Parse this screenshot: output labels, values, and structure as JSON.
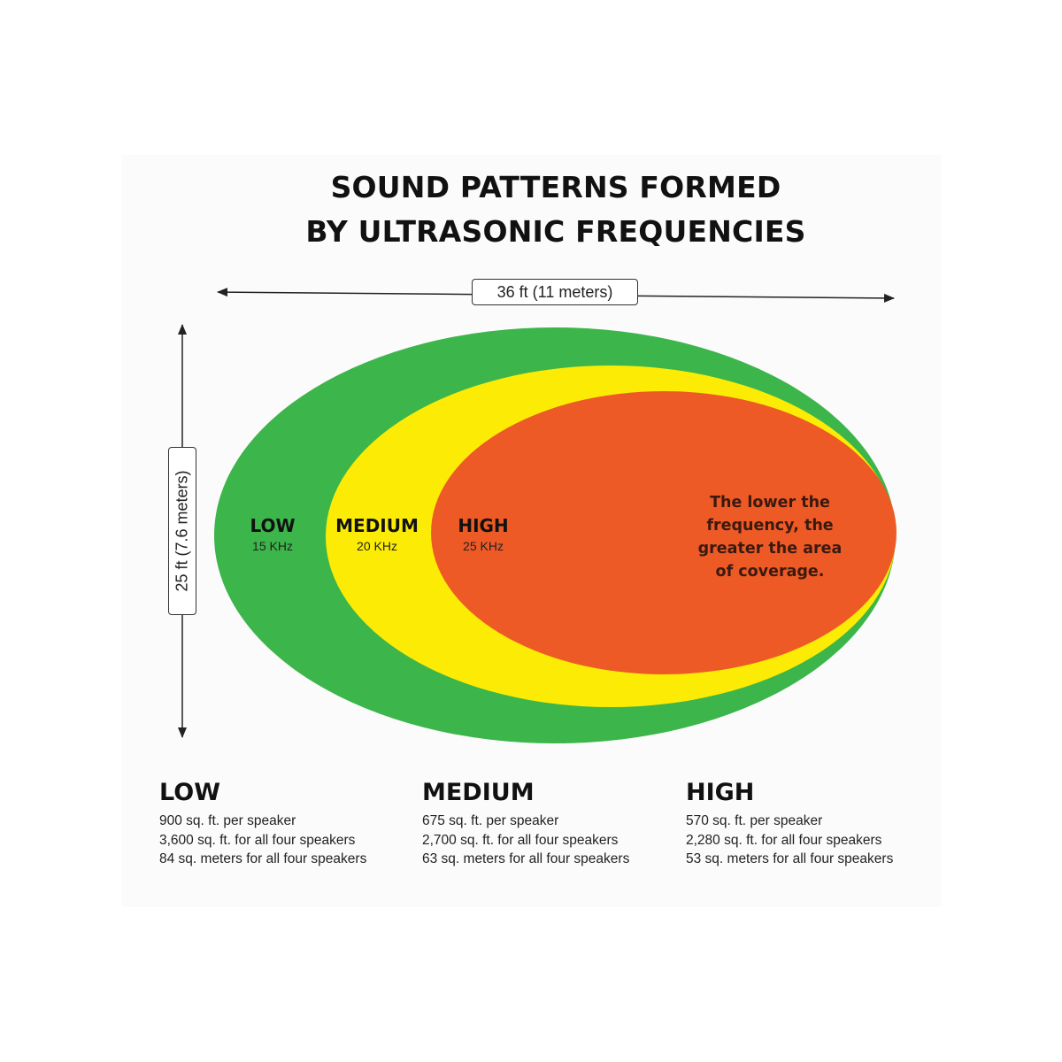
{
  "title": {
    "line1": "SOUND PATTERNS FORMED",
    "line2": "BY ULTRASONIC FREQUENCIES"
  },
  "dimensions": {
    "width_label": "36 ft (11 meters)",
    "height_label": "25 ft  (7.6 meters)"
  },
  "zones": [
    {
      "name": "LOW",
      "frequency": "15 KHz",
      "color": "#3cb54a"
    },
    {
      "name": "MEDIUM",
      "frequency": "20 KHz",
      "color": "#fcec05"
    },
    {
      "name": "HIGH",
      "frequency": "25 KHz",
      "color": "#ee5a25"
    }
  ],
  "note": {
    "line1": "The lower the",
    "line2": "frequency, the",
    "line3": "greater the area",
    "line4": "of coverage."
  },
  "legend": [
    {
      "heading": "LOW",
      "lines": [
        "900 sq. ft. per speaker",
        "3,600 sq. ft. for all four speakers",
        "84 sq. meters for all four speakers"
      ]
    },
    {
      "heading": "MEDIUM",
      "lines": [
        "675 sq. ft. per speaker",
        "2,700 sq. ft. for all four speakers",
        "63 sq. meters for all four speakers"
      ]
    },
    {
      "heading": "HIGH",
      "lines": [
        "570 sq. ft. per speaker",
        "2,280 sq. ft. for all four speakers",
        "53 sq. meters for all four speakers"
      ]
    }
  ]
}
